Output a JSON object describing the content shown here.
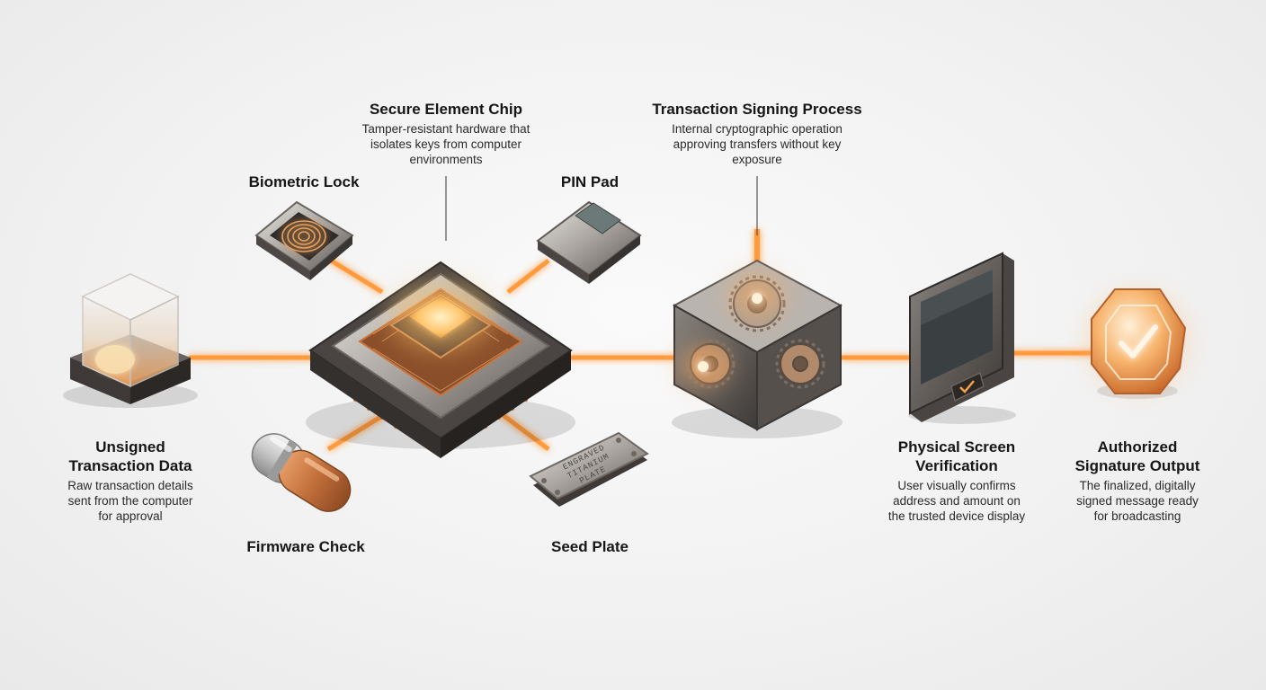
{
  "nodes": {
    "unsigned": {
      "title_line1": "Unsigned",
      "title_line2": "Transaction Data",
      "desc_line1": "Raw transaction details",
      "desc_line2": "sent from the computer",
      "desc_line3": "for approval"
    },
    "secure_chip": {
      "title": "Secure Element Chip",
      "desc_line1": "Tamper-resistant hardware that",
      "desc_line2": "isolates keys from computer",
      "desc_line3": "environments"
    },
    "biometric": {
      "title": "Biometric Lock"
    },
    "pin_pad": {
      "title": "PIN Pad"
    },
    "firmware": {
      "title": "Firmware Check"
    },
    "seed_plate": {
      "title": "Seed Plate",
      "engraving_line1": "ENGRAVED",
      "engraving_line2": "TITANIUM",
      "engraving_line3": "PLATE"
    },
    "signing": {
      "title": "Transaction Signing Process",
      "desc_line1": "Internal cryptographic operation",
      "desc_line2": "approving transfers without key",
      "desc_line3": "exposure"
    },
    "screen": {
      "title_line1": "Physical Screen",
      "title_line2": "Verification",
      "desc_line1": "User visually confirms",
      "desc_line2": "address and amount on",
      "desc_line3": "the trusted device display"
    },
    "output": {
      "title_line1": "Authorized",
      "title_line2": "Signature Output",
      "desc_line1": "The finalized, digitally",
      "desc_line2": "signed message ready",
      "desc_line3": "for broadcasting"
    }
  },
  "colors": {
    "beam": "#ff9a3c",
    "beam_glow": "#ffc89a",
    "copper": "#c8743c",
    "metal_light": "#d9d6d2",
    "metal_dark": "#5a5552",
    "check_green": "#49b36a",
    "key_red": "#d9463d"
  }
}
